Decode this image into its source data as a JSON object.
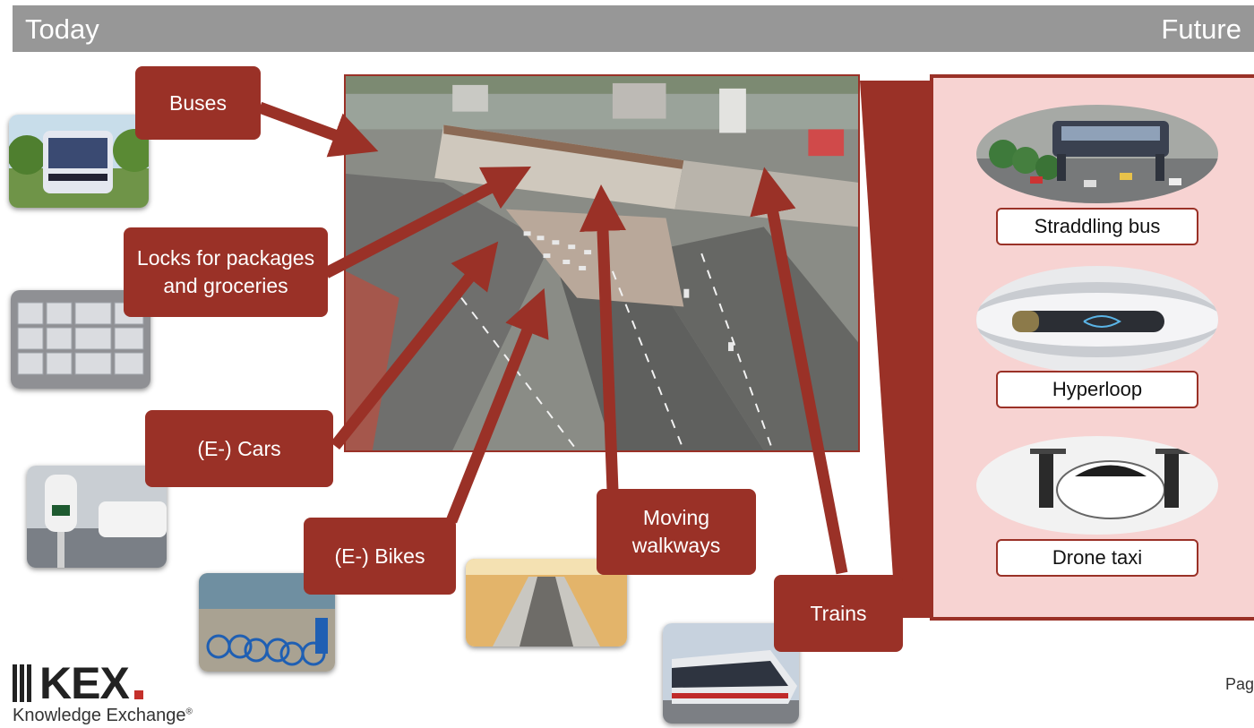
{
  "header": {
    "left_label": "Today",
    "right_label": "Future"
  },
  "today_labels": {
    "buses": "Buses",
    "locks": "Locks for packages and groceries",
    "cars": "(E-) Cars",
    "bikes": "(E-) Bikes",
    "walkways": "Moving walkways",
    "trains": "Trains"
  },
  "future_items": [
    {
      "label": "Straddling bus"
    },
    {
      "label": "Hyperloop"
    },
    {
      "label": "Drone taxi"
    }
  ],
  "logo": {
    "brand": "KEX",
    "tagline": "Knowledge Exchange",
    "mark": "®"
  },
  "footer": {
    "page_label": "Pag"
  },
  "colors": {
    "accent": "#9a3127",
    "panel": "#f7d3d2",
    "header_bar": "#979797"
  }
}
